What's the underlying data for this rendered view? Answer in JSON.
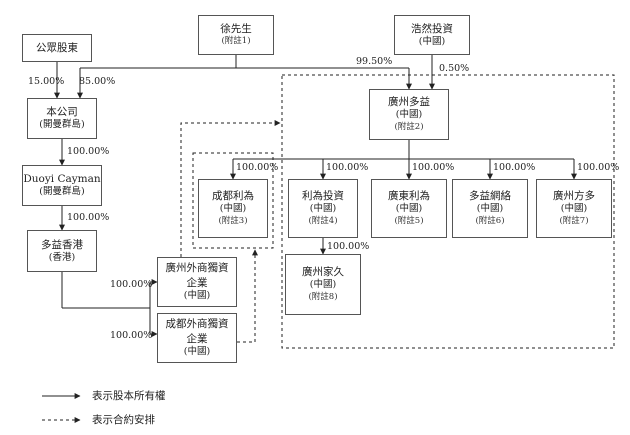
{
  "nodes": {
    "public": {
      "lines": [
        "公眾股東"
      ]
    },
    "xu": {
      "lines": [
        "徐先生",
        "(附註1)"
      ]
    },
    "haoran": {
      "lines": [
        "浩然投資",
        "(中國)"
      ]
    },
    "company": {
      "lines": [
        "本公司",
        "(開曼群島)"
      ]
    },
    "duoyi_cayman": {
      "lines": [
        "Duoyi Cayman",
        "(開曼群島)"
      ]
    },
    "duoyi_hk": {
      "lines": [
        "多益香港",
        "(香港)"
      ]
    },
    "gz_wfoe": {
      "lines": [
        "廣州外商獨資",
        "企業",
        "(中國)"
      ]
    },
    "cd_wfoe": {
      "lines": [
        "成都外商獨資",
        "企業",
        "(中國)"
      ]
    },
    "gz_duoyi": {
      "lines": [
        "廣州多益",
        "(中國)",
        "(附註2)"
      ]
    },
    "cd_liwei": {
      "lines": [
        "成都利為",
        "(中國)",
        "(附註3)"
      ]
    },
    "liwei_inv": {
      "lines": [
        "利為投資",
        "(中國)",
        "(附註4)"
      ]
    },
    "gd_liwei": {
      "lines": [
        "廣東利為",
        "(中國)",
        "(附註5)"
      ]
    },
    "duoyi_net": {
      "lines": [
        "多益網絡",
        "(中國)",
        "(附註6)"
      ]
    },
    "gz_fangduo": {
      "lines": [
        "廣州方多",
        "(中國)",
        "(附註7)"
      ]
    },
    "gz_jiajiu": {
      "lines": [
        "廣州家久",
        "(中國)",
        "(附註8)"
      ]
    }
  },
  "percentages": {
    "public_company": "15.00%",
    "xu_company": "85.00%",
    "xu_gzduoyi": "99.50%",
    "haoran_gzduoyi": "0.50%",
    "company_cayman": "100.00%",
    "cayman_hk": "100.00%",
    "hk_gzwfoe": "100.00%",
    "hk_cdwfoe": "100.00%",
    "gzduoyi_cdliwei": "100.00%",
    "gzduoyi_liweiinv": "100.00%",
    "gzduoyi_gdliwei": "100.00%",
    "gzduoyi_duoyinet": "100.00%",
    "gzduoyi_fangduo": "100.00%",
    "liweiinv_jiajiu": "100.00%"
  },
  "legend": {
    "solid": "表示股本所有權",
    "dashed": "表示合約安排"
  }
}
